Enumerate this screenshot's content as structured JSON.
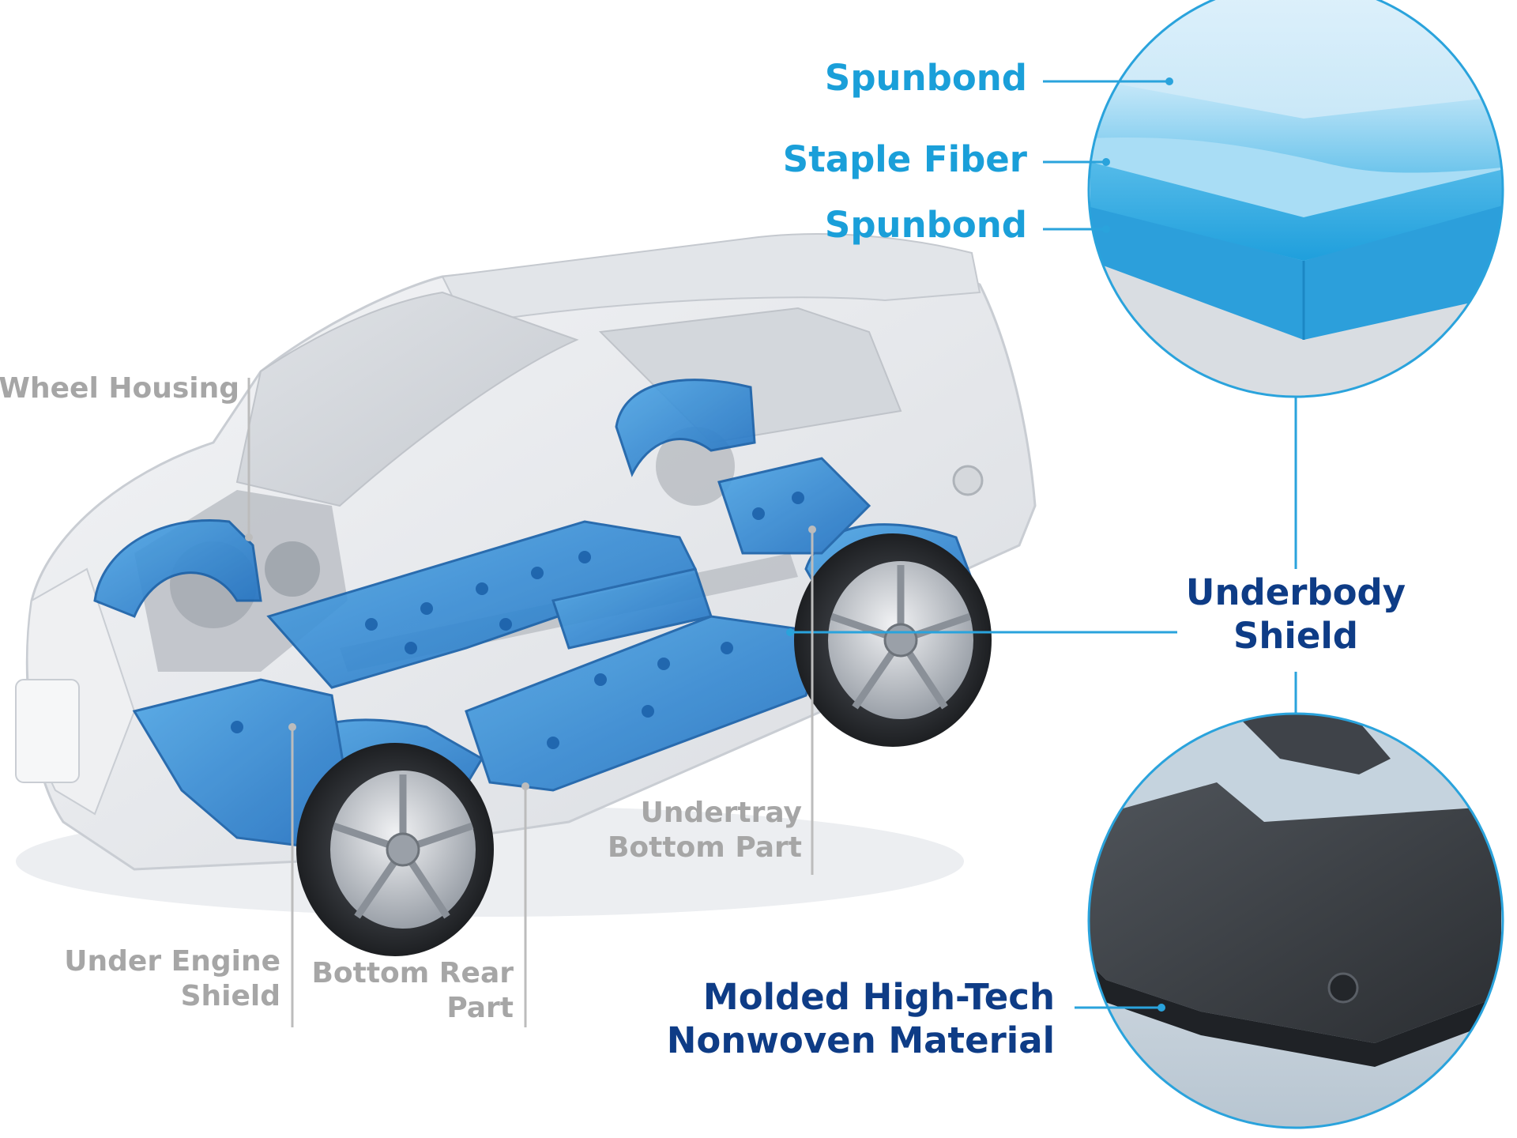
{
  "labels": {
    "wheel_housing": "Wheel Housing",
    "under_engine_shield_line1": "Under Engine",
    "under_engine_shield_line2": "Shield",
    "bottom_rear_part_line1": "Bottom Rear",
    "bottom_rear_part_line2": "Part",
    "undertray_line1": "Undertray",
    "undertray_line2": "Bottom Part",
    "spunbond_top": "Spunbond",
    "staple_fiber": "Staple Fiber",
    "spunbond_bottom": "Spunbond",
    "underbody_shield_line1": "Underbody",
    "underbody_shield_line2": "Shield",
    "molded_material_line1": "Molded High-Tech",
    "molded_material_line2": "Nonwoven Material"
  },
  "colors": {
    "component_label": "#a6a6a6",
    "layer_label": "#1a9fd9",
    "part_label": "#0e3c86",
    "component_blue": "#2f8ed6",
    "component_blue_dark": "#1f6fc0",
    "callout_line": "#2aa3dc",
    "car_body": "#e9ebee",
    "molded_part": "#3b3f44"
  },
  "icons": {
    "car": "car-cutaway-illustration",
    "layers": "nonwoven-layer-cross-section",
    "part": "molded-nonwoven-part-closeup"
  }
}
